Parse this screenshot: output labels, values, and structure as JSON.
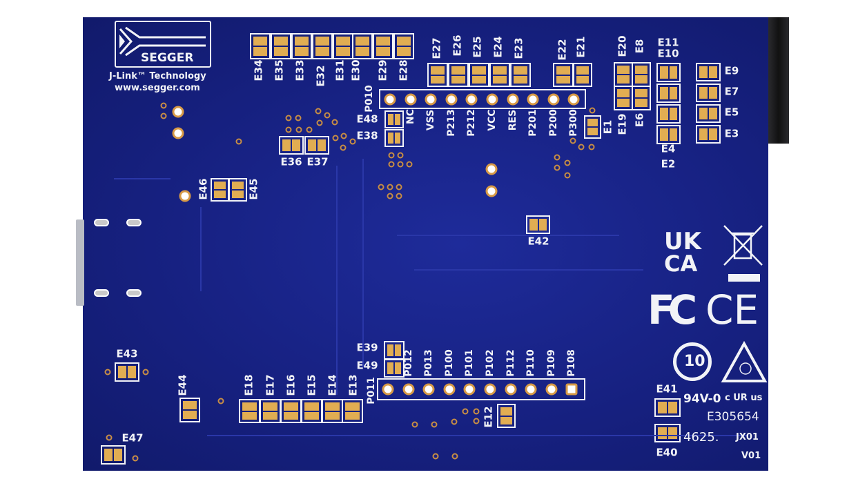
{
  "logo": {
    "brand": "SEGGER",
    "tagline": "J-Link™ Technology",
    "website": "www.segger.com"
  },
  "jumpers": [
    "E34",
    "E35",
    "E33",
    "E32",
    "E31",
    "E30",
    "E29",
    "E28",
    "E27",
    "E26",
    "E25",
    "E24",
    "E23",
    "E22",
    "E21",
    "E20",
    "E8",
    "E19",
    "E6",
    "E11",
    "E10",
    "E4",
    "E2",
    "E9",
    "E7",
    "E5",
    "E3",
    "E1",
    "E48",
    "E38",
    "E36",
    "E37",
    "E46",
    "E45",
    "E42",
    "E43",
    "E44",
    "E47",
    "E18",
    "E17",
    "E16",
    "E15",
    "E14",
    "E13",
    "E39",
    "E49",
    "E12",
    "E41",
    "E40"
  ],
  "top_header": {
    "name": "P010",
    "pins": [
      "NC",
      "VSS",
      "P213",
      "P212",
      "VCC",
      "RES",
      "P201",
      "P200",
      "P300"
    ]
  },
  "bottom_header": {
    "name": "P011",
    "pins": [
      "P012",
      "P013",
      "P100",
      "P101",
      "P102",
      "P112",
      "P110",
      "P109",
      "P108"
    ]
  },
  "markings": {
    "ukca_top": "UK",
    "ukca_bottom": "CA",
    "fcc": "FC",
    "ce": "CE",
    "rohs": "10",
    "flammability": "94V-0",
    "ul_file": "E305654",
    "date_code": "4625.",
    "maker_code": "JX01",
    "version": "V01",
    "ul_mark": "c UR us"
  },
  "colors": {
    "board": "#16207f",
    "pad": "#e1ad52",
    "silkscreen": "#f2f3f7"
  }
}
